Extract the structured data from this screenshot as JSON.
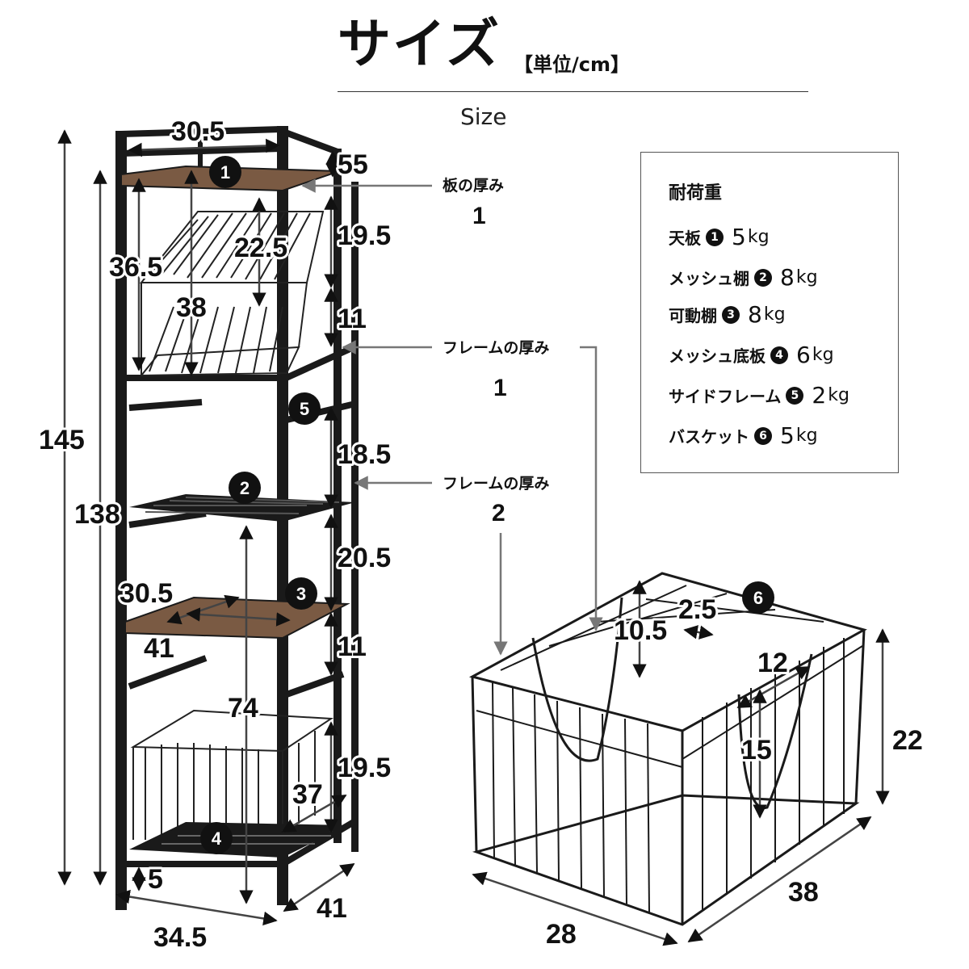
{
  "title": {
    "main": "サイズ",
    "unit": "【単位/cm】",
    "sub": "Size"
  },
  "load": {
    "title": "耐荷重",
    "rows": [
      {
        "label": "天板",
        "num": "1",
        "value": "5",
        "unit": "kg"
      },
      {
        "label": "メッシュ棚",
        "num": "2",
        "value": "8",
        "unit": "kg"
      },
      {
        "label": "可動棚",
        "num": "3",
        "value": "8",
        "unit": "kg"
      },
      {
        "label": "メッシュ底板",
        "num": "4",
        "value": "6",
        "unit": "kg"
      },
      {
        "label": "サイドフレーム",
        "num": "5",
        "value": "2",
        "unit": "kg"
      },
      {
        "label": "バスケット",
        "num": "6",
        "value": "5",
        "unit": "kg"
      }
    ]
  },
  "callouts": {
    "board": {
      "label": "板の厚み",
      "value": "1"
    },
    "frame1": {
      "label": "フレームの厚み",
      "value": "1"
    },
    "frame2": {
      "label": "フレームの厚み",
      "value": "2"
    }
  },
  "dims": {
    "top_width": "30.5",
    "top_gap": "55",
    "basket_inner": "22.5",
    "basket_h_top": "19.5",
    "left_36": "36.5",
    "mid_38": "38",
    "gap_11a": "11",
    "gap_18": "18.5",
    "gap_20": "20.5",
    "shelf_w": "30.5",
    "shelf_d": "41",
    "gap_11b": "11",
    "inner_74": "74",
    "basket_h_bottom": "19.5",
    "basket_37": "37",
    "foot_5": "5",
    "total_145": "145",
    "total_138": "138",
    "base_w": "34.5",
    "base_d": "41",
    "bk_10": "10.5",
    "bk_2": "2.5",
    "bk_12": "12",
    "bk_15": "15",
    "bk_22": "22",
    "bk_28": "28",
    "bk_38": "38"
  },
  "badges": [
    "1",
    "2",
    "3",
    "4",
    "5",
    "6"
  ]
}
